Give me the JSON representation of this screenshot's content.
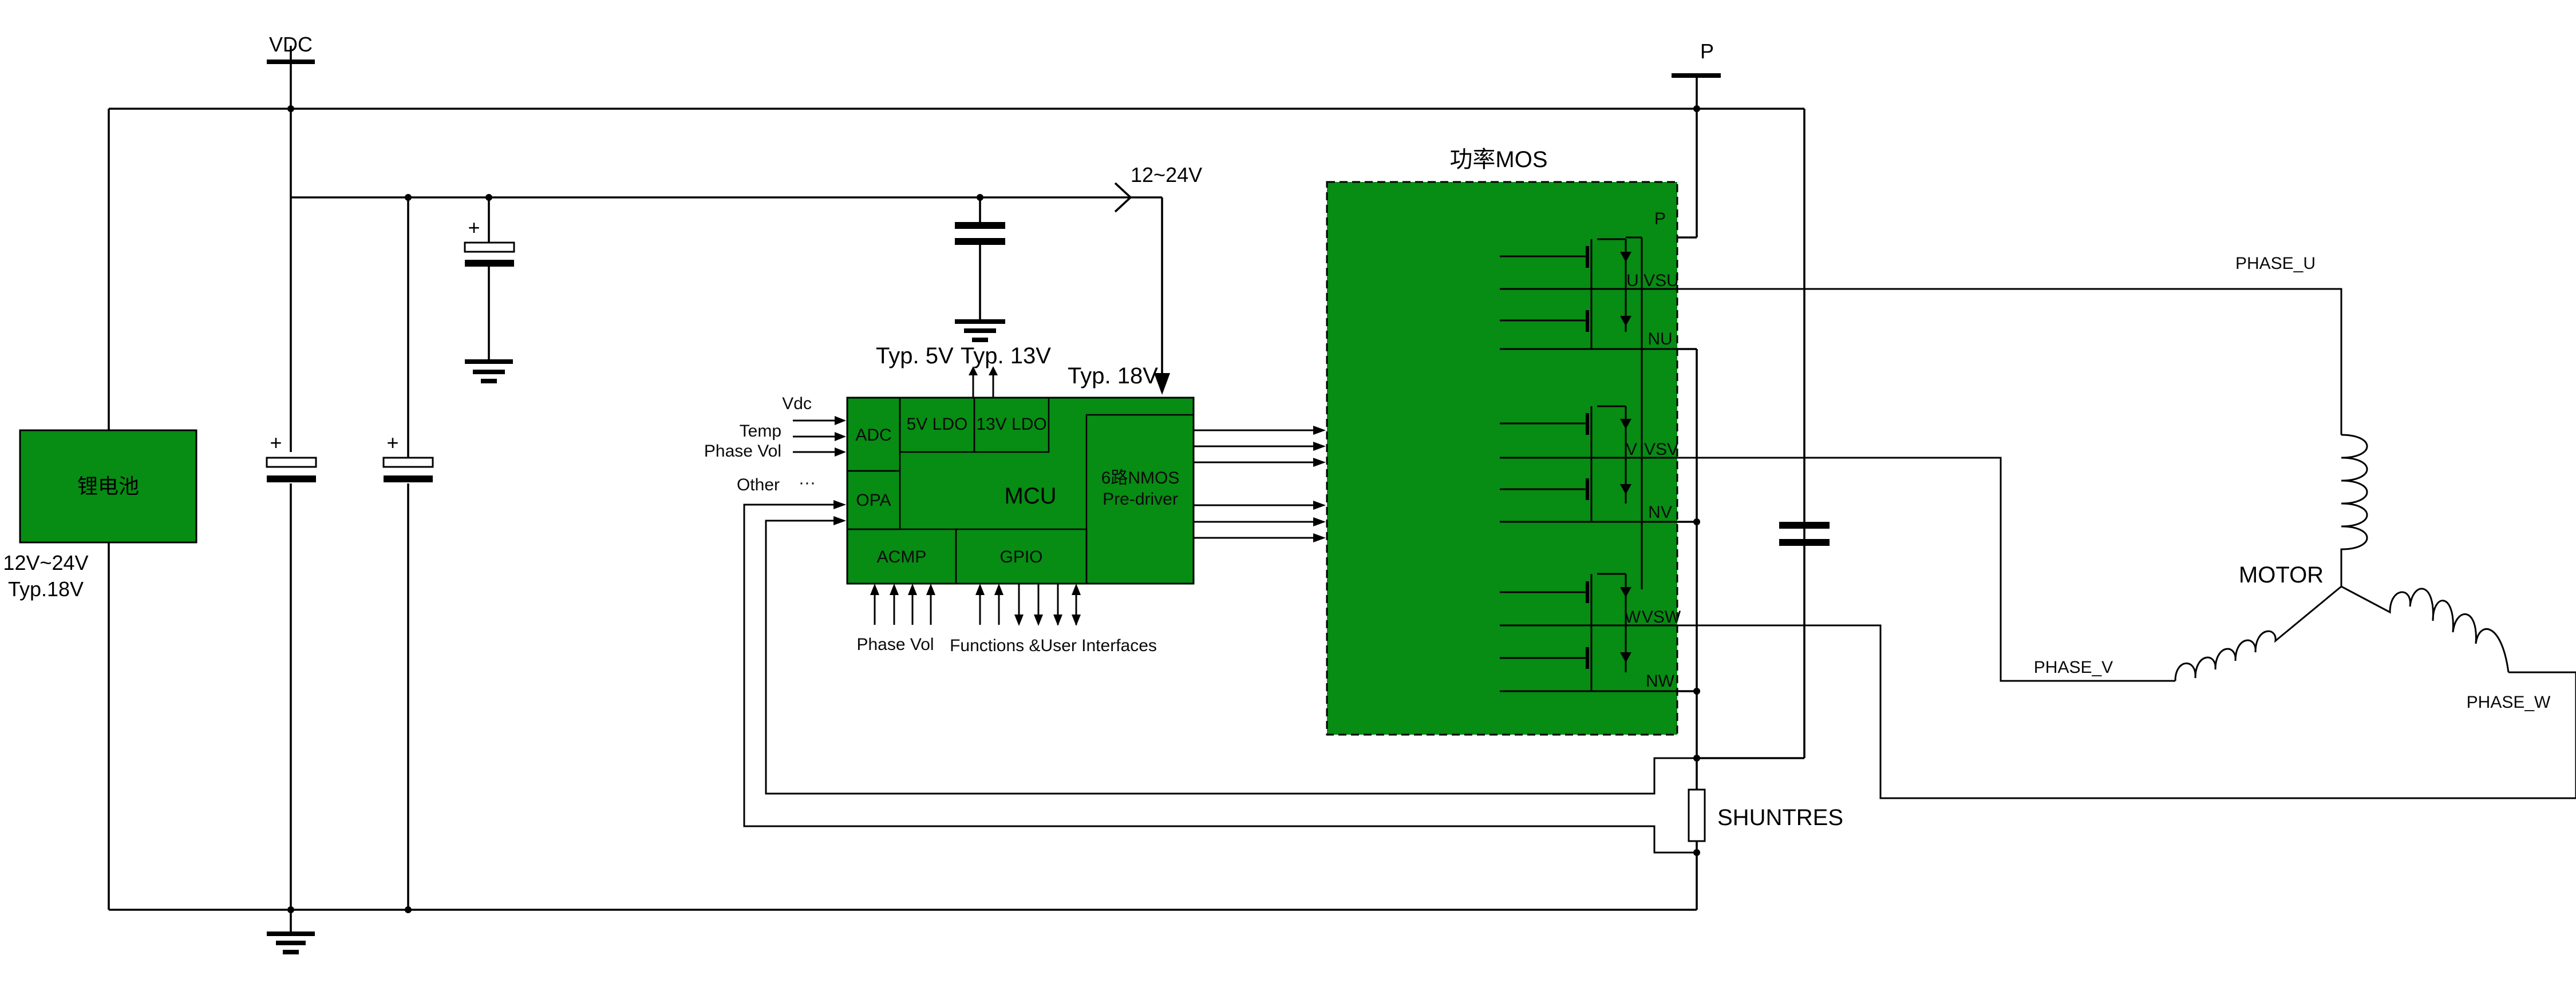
{
  "labels": {
    "vdc": "VDC",
    "p_rail": "P",
    "input_range": "12~24V",
    "battery": "锂电池",
    "battery_range": "12V~24V",
    "battery_typ": "Typ.18V",
    "typ_5v": "Typ. 5V",
    "typ_13v": "Typ. 13V",
    "typ_18v": "Typ. 18V",
    "power_mos": "功率MOS",
    "mcu": "MCU",
    "adc": "ADC",
    "opa": "OPA",
    "acmp": "ACMP",
    "gpio": "GPIO",
    "ldo_5v": "5V LDO",
    "ldo_13v": "13V LDO",
    "predriver_line1": "6路NMOS",
    "predriver_line2": "Pre-driver",
    "in_vdc": "Vdc",
    "in_temp": "Temp",
    "in_phase_vol": "Phase Vol",
    "in_other": "Other",
    "in_other_dots": "···",
    "phase_vol_bottom": "Phase Vol",
    "functions": "Functions &User Interfaces",
    "pin_p": "P",
    "pin_u": "U",
    "pin_vsu": "VSU",
    "pin_nu": "NU",
    "pin_v": "V",
    "pin_vsv": "VSV",
    "pin_nv": "NV",
    "pin_w": "W",
    "pin_vsw": "VSW",
    "pin_nw": "NW",
    "phase_u": "PHASE_U",
    "phase_v": "PHASE_V",
    "phase_w": "PHASE_W",
    "motor": "MOTOR",
    "shuntres": "SHUNTRES",
    "cap_plus": "+"
  },
  "colors": {
    "block_fill": "#078c14",
    "wire": "#000000",
    "background": "#ffffff"
  }
}
